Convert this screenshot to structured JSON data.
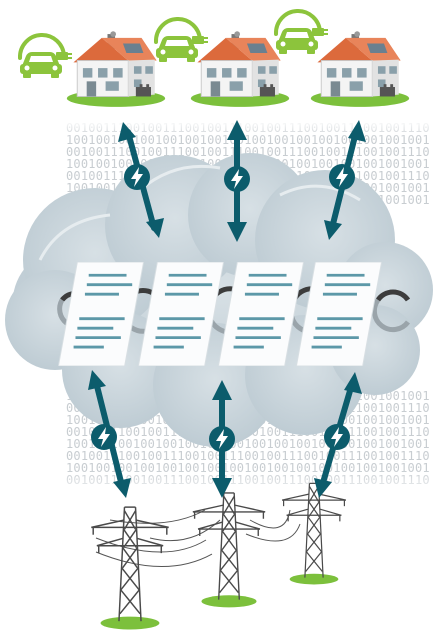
{
  "binary_text": {
    "lines_top": [
      "0010011100100111001001110010011100100111001001110",
      "1001001001001001001001001001001001001001001001001",
      "0010011100100111001001110010011100100111001001110",
      "1001001001001001001001001001001001001001001001001",
      "0010011100100111001001110010011100100111001001110",
      "1001001001001001001001001001001001001001001001001",
      "1001001001001001001001001001001001001001001001001"
    ],
    "lines_bottom": [
      "1001001001001001001001001001001001001001001001001",
      "0010011100100111001001110010011100100111001001110",
      "1001001001001001001001001001001001001001001001001",
      "0010011100100111001001110010011100100111001001110",
      "1001001001001001001001001001001001001001001001001",
      "0010011100100111001001110010011100100111001001110",
      "1001001001001001001001001001001001001001001001001",
      "0010011100100111001001110010011100100111001001110"
    ]
  },
  "icons": {
    "house": "house-icon",
    "car": "electric-car-icon",
    "plug": "plug-icon",
    "cloud": "cloud-icon",
    "document": "document-icon",
    "chain_link": "chain-link-icon",
    "arrow": "bidirectional-arrow-icon",
    "lightning": "lightning-icon",
    "tower": "power-pylon-icon"
  },
  "colors": {
    "arrow": "#0c5c6c",
    "car_green": "#8cc43c",
    "grass_green": "#7cc03c",
    "roof_orange": "#dc6a3c",
    "house_wall": "#f4f4f4",
    "cloud_fill": "#c9d4da",
    "cloud_shade": "#b7c3ca",
    "doc_line": "#5c98a8",
    "chain_dark": "#3c3c3c",
    "binary": "#c8cdd1",
    "tower": "#4a4a4a"
  }
}
